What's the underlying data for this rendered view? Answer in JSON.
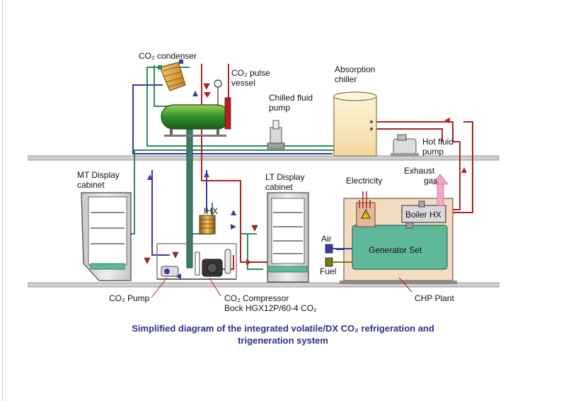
{
  "labels": {
    "co2_condenser": "CO₂ condenser",
    "co2_pulse_vessel_l1": "CO₂ pulse",
    "co2_pulse_vessel_l2": "vessel",
    "chilled_fluid_pump_l1": "Chilled fluid",
    "chilled_fluid_pump_l2": "pump",
    "absorption_chiller_l1": "Absorption",
    "absorption_chiller_l2": "chiller",
    "hot_fluid_pump_l1": "Hot fluid",
    "hot_fluid_pump_l2": "pump",
    "exhaust_gas_l1": "Exhaust",
    "exhaust_gas_l2": "gas",
    "electricity": "Electricity",
    "mt_display_cabinet_l1": "MT Display",
    "mt_display_cabinet_l2": "cabinet",
    "lt_display_cabinet_l1": "LT Display",
    "lt_display_cabinet_l2": "cabinet",
    "ihx": "IHX",
    "boiler_hx": "Boiler HX",
    "generator_set": "Generator Set",
    "air": "Air",
    "fuel": "Fuel",
    "co2_pump": "CO₂ Pump",
    "co2_compressor_l1": "CO₂ Compressor",
    "co2_compressor_l2": "Bock HGX12P/60-4 CO₂",
    "chp_plant": "CHP Plant"
  },
  "caption": {
    "line1": "Simplified diagram of the integrated volatile/DX CO₂ refrigeration and",
    "line2": "trigeneration system"
  },
  "colors": {
    "caption_text": "#2e2e8e",
    "co2_liquid_line": "#2e8b57",
    "hot_line": "#b22222",
    "suction_line": "#3a3aa0",
    "chiller_body": "#f8e6b8",
    "chp_enclosure": "#f3dcc2",
    "generator": "#5fb89a",
    "exhaust_arrow": "#f2a7c8",
    "floor": "#c8c8c8"
  },
  "icons": [
    "warning-icon",
    "flow-arrow-icon",
    "pump-icon",
    "valve-icon"
  ]
}
